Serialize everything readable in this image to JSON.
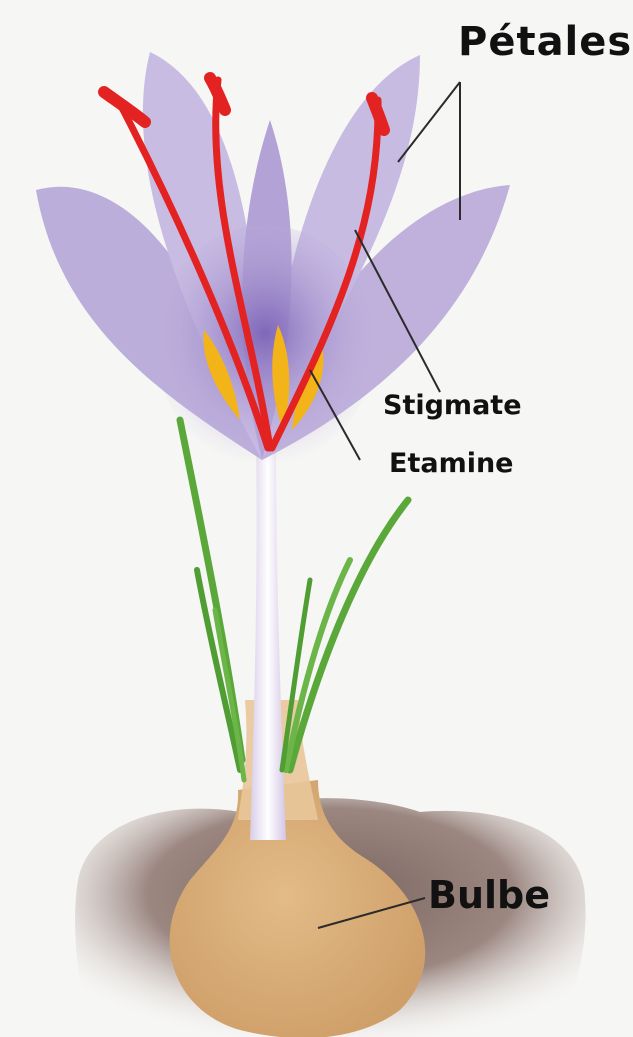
{
  "labels": {
    "petals": "Pétales",
    "stigma": "Stigmate",
    "stamen": "Etamine",
    "bulb": "Bulbe"
  },
  "colors": {
    "background": "#f6f6f4",
    "petal": "#c4b6df",
    "petal_center": "#8f78c4",
    "stigma": "#e32222",
    "stamen": "#f2b418",
    "leaf": "#5aa83a",
    "bulb": "#d8ad78",
    "soil": "#8b6f66",
    "leader_line": "#2b2b2b"
  }
}
